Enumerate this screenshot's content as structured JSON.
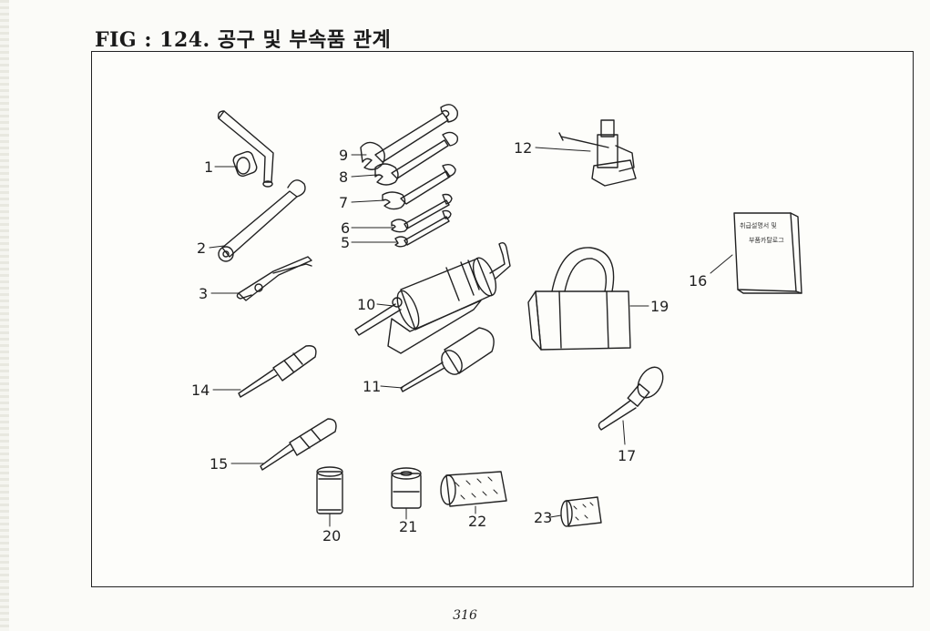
{
  "title": "FIG : 124. 공구 및 부속품 관계",
  "page_number": "316",
  "parts": {
    "p1": "1",
    "p2": "2",
    "p3": "3",
    "p5": "5",
    "p6": "6",
    "p7": "7",
    "p8": "8",
    "p9": "9",
    "p10": "10",
    "p11": "11",
    "p12": "12",
    "p14": "14",
    "p15": "15",
    "p16": "16",
    "p17": "17",
    "p19": "19",
    "p20": "20",
    "p21": "21",
    "p22": "22",
    "p23": "23"
  },
  "manual_cover": {
    "line1": "취급설명서 및",
    "line2": "부품카탈로그"
  }
}
